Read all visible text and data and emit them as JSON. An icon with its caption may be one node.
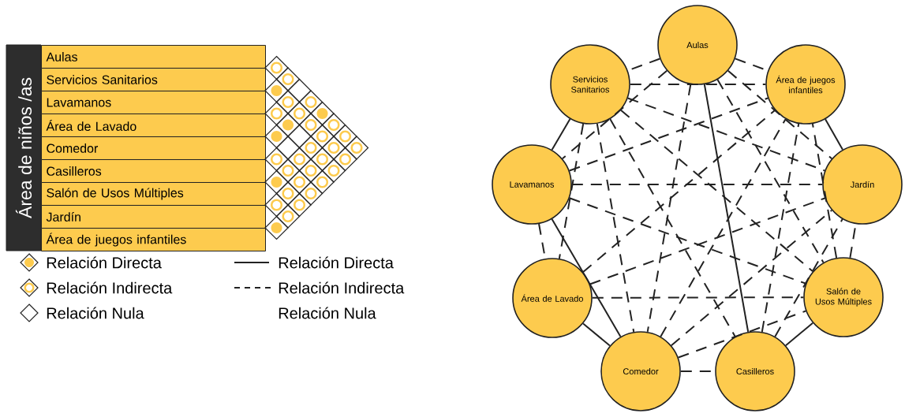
{
  "diagram": {
    "nodes": [
      {
        "text": [
          "Área de niños /as"
        ]
      },
      {
        "text": [
          "Aulas"
        ]
      },
      {
        "text": [
          "Servicios Sanitarios"
        ]
      },
      {
        "text": [
          "Lavamanos"
        ]
      },
      {
        "text": [
          "Área de Lavado"
        ]
      },
      {
        "text": [
          "Comedor"
        ]
      },
      {
        "text": [
          "Casilleros"
        ]
      },
      {
        "text": [
          "Salón de Usos Múltiples"
        ]
      },
      {
        "text": [
          "Jardín"
        ]
      },
      {
        "text": [
          "Área de juegos infantiles"
        ]
      },
      {
        "text": [
          "Aulas"
        ]
      },
      {
        "text": [
          "Servicios Sanitarios"
        ]
      },
      {
        "text": [
          "Lavamanos"
        ]
      },
      {
        "text": [
          "Área de Lavado"
        ]
      },
      {
        "text": [
          "Comedor"
        ]
      },
      {
        "text": [
          "Casilleros"
        ]
      },
      {
        "text": [
          "Salón de Usos Múltiples"
        ]
      },
      {
        "text": [
          "Jardín"
        ]
      },
      {
        "text": [
          "Área de juegos infantiles"
        ]
      }
    ],
    "edges": [
      {
        "from": 10,
        "to": 11,
        "arrow": "none",
        "style": "dashed"
      },
      {
        "from": 10,
        "to": 12,
        "arrow": "none",
        "style": "dashed"
      },
      {
        "from": 10,
        "to": 14,
        "arrow": "none",
        "style": "dashed"
      },
      {
        "from": 10,
        "to": 15,
        "arrow": "none"
      },
      {
        "from": 10,
        "to": 16,
        "arrow": "none",
        "style": "dashed"
      },
      {
        "from": 10,
        "to": 17,
        "arrow": "none",
        "style": "dashed"
      },
      {
        "from": 10,
        "to": 18,
        "arrow": "none",
        "style": "dashed"
      },
      {
        "from": 11,
        "to": 12,
        "arrow": "none"
      },
      {
        "from": 11,
        "to": 13,
        "arrow": "none",
        "style": "dashed"
      },
      {
        "from": 11,
        "to": 14,
        "arrow": "none",
        "style": "dashed"
      },
      {
        "from": 11,
        "to": 15,
        "arrow": "none",
        "style": "dashed"
      },
      {
        "from": 11,
        "to": 16,
        "arrow": "none",
        "style": "dashed"
      },
      {
        "from": 11,
        "to": 17,
        "arrow": "none",
        "style": "dashed"
      },
      {
        "from": 11,
        "to": 18,
        "arrow": "none",
        "style": "dashed"
      },
      {
        "from": 12,
        "to": 13,
        "arrow": "none",
        "style": "dashed"
      },
      {
        "from": 12,
        "to": 14,
        "arrow": "none"
      },
      {
        "from": 12,
        "to": 16,
        "arrow": "none",
        "style": "dashed"
      },
      {
        "from": 12,
        "to": 17,
        "arrow": "none",
        "style": "dashed"
      },
      {
        "from": 12,
        "to": 18,
        "arrow": "none",
        "style": "dashed"
      },
      {
        "from": 13,
        "to": 14,
        "arrow": "none"
      },
      {
        "from": 13,
        "to": 16,
        "arrow": "none",
        "style": "dashed"
      },
      {
        "from": 13,
        "to": 17,
        "arrow": "none",
        "style": "dashed"
      },
      {
        "from": 13,
        "to": 18,
        "arrow": "none",
        "style": "dashed"
      },
      {
        "from": 14,
        "to": 15,
        "arrow": "none",
        "style": "dashed"
      },
      {
        "from": 14,
        "to": 16,
        "arrow": "none",
        "style": "dashed"
      },
      {
        "from": 14,
        "to": 17,
        "arrow": "none",
        "style": "dashed"
      },
      {
        "from": 14,
        "to": 18,
        "arrow": "none",
        "style": "dashed"
      },
      {
        "from": 15,
        "to": 16,
        "arrow": "none"
      },
      {
        "from": 15,
        "to": 17,
        "arrow": "none",
        "style": "dashed"
      },
      {
        "from": 15,
        "to": 18,
        "arrow": "none",
        "style": "dashed"
      },
      {
        "from": 16,
        "to": 17,
        "arrow": "none",
        "style": "dashed"
      },
      {
        "from": 16,
        "to": 18,
        "arrow": "none",
        "style": "dashed"
      },
      {
        "from": 17,
        "to": 18,
        "arrow": "none"
      }
    ],
    "legend": [
      {
        "text": "Relación Directa"
      },
      {
        "text": "Relación Indirecta"
      },
      {
        "text": "Relación Nula"
      },
      {
        "text": "Relación Directa"
      },
      {
        "text": "Relación Indirecta"
      },
      {
        "text": "Relación Nula"
      }
    ]
  }
}
